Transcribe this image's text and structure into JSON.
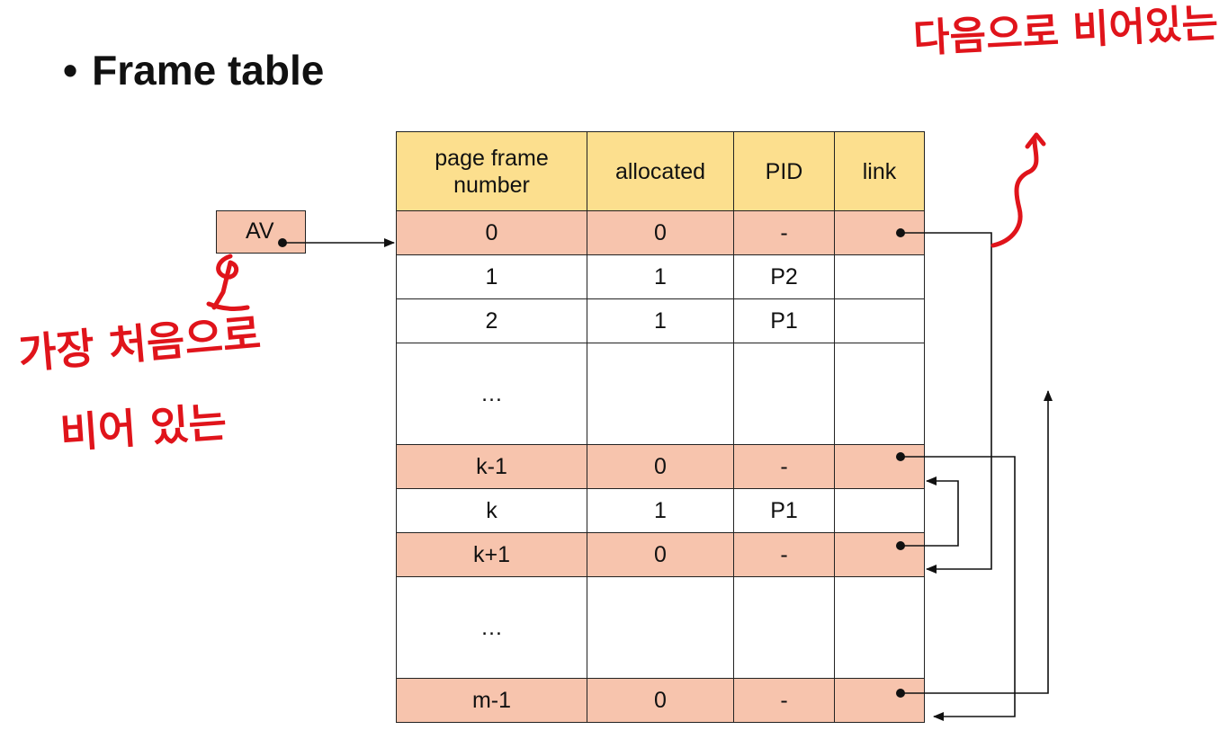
{
  "title": "Frame table",
  "bullet": "•",
  "av_label": "AV",
  "table": {
    "headers": [
      "page frame number",
      "allocated",
      "PID",
      "link"
    ],
    "rows": [
      {
        "frame": "0",
        "allocated": "0",
        "pid": "-",
        "free": true
      },
      {
        "frame": "1",
        "allocated": "1",
        "pid": "P2",
        "free": false
      },
      {
        "frame": "2",
        "allocated": "1",
        "pid": "P1",
        "free": false
      },
      {
        "frame": "…",
        "allocated": "",
        "pid": "",
        "free": false
      },
      {
        "frame": "k-1",
        "allocated": "0",
        "pid": "-",
        "free": true
      },
      {
        "frame": "k",
        "allocated": "1",
        "pid": "P1",
        "free": false
      },
      {
        "frame": "k+1",
        "allocated": "0",
        "pid": "-",
        "free": true
      },
      {
        "frame": "…",
        "allocated": "",
        "pid": "",
        "free": false
      },
      {
        "frame": "m-1",
        "allocated": "0",
        "pid": "-",
        "free": true
      }
    ]
  },
  "annotations": {
    "left_line1": "가장 처음으로",
    "left_line2": "비어 있는",
    "top_right": "다음으로 비어있는"
  },
  "colors": {
    "header": "#fcdf8e",
    "free_row": "#f7c4ad",
    "used_row": "#ffffff",
    "ink": "#e0141b"
  }
}
